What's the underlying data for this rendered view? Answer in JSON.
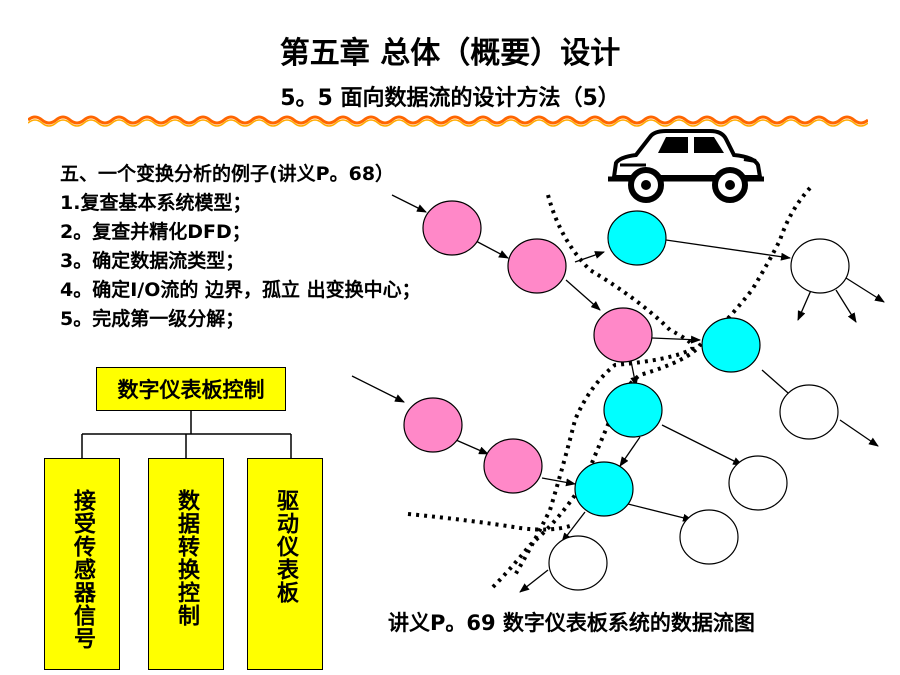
{
  "header": {
    "title": "第五章 总体（概要）设计",
    "subtitle": "5。5 面向数据流的设计方法（5）"
  },
  "steps": [
    "五、一个变换分析的例子(讲义P。68）",
    "1.复查基本系统模型；",
    "2。复查并精化DFD；",
    "3。确定数据流类型；",
    "4。确定I/O流的 边界，孤立 出变换中心；",
    "5。完成第一级分解；"
  ],
  "structure_chart": {
    "root": "数字仪表板控制",
    "children": [
      "接受传感器信号",
      "数据转换控制",
      "驱动仪表板"
    ]
  },
  "caption": "讲义P。69 数字仪表板系统的数据流图",
  "colors": {
    "input_bubble": "#ff88c8",
    "transform_bubble": "#00ffff",
    "output_bubble": "#ffffff",
    "box_fill": "#ffff00",
    "wave": "#ff6600"
  }
}
